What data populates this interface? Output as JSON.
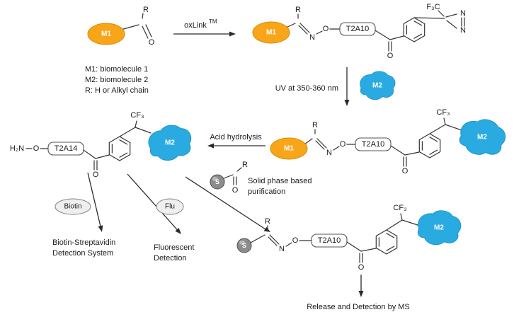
{
  "figure": {
    "type": "reaction-scheme",
    "background": "#FFFFFF"
  },
  "molecules": {
    "m1": "M1",
    "m2": "M2",
    "linker_top": "T2A10",
    "linker_left": "T2A14",
    "solid_support": "S"
  },
  "atoms": {
    "r": "R",
    "o": "O",
    "n": "N",
    "h2n": "H₂N",
    "cf3": "CF₃",
    "f3c": "F₃C"
  },
  "legend": {
    "line1": "M1: biomolecule 1",
    "line2": "M2: biomolecule 2",
    "line3": "R: H or Alkyl chain"
  },
  "steps": {
    "oxlink_name": "oxLink",
    "oxlink_tm": "TM",
    "uv_label": "UV at 350-360 nm",
    "acid_label": "Acid hydrolysis",
    "solid_phase_line1": "Solid phase based",
    "solid_phase_line2": "purification",
    "release_label": "Release and Detection by MS"
  },
  "detection": {
    "biotin_tag": "Biotin",
    "flu_tag": "Flu",
    "biotin_line1": "Biotin-Streptavidin",
    "biotin_line2": "Detection System",
    "flu_line1": "Fluorescent",
    "flu_line2": "Detection"
  },
  "colors": {
    "m1_fill": "#F9A51A",
    "m2_fill": "#29ABE2",
    "bond": "#333333"
  }
}
